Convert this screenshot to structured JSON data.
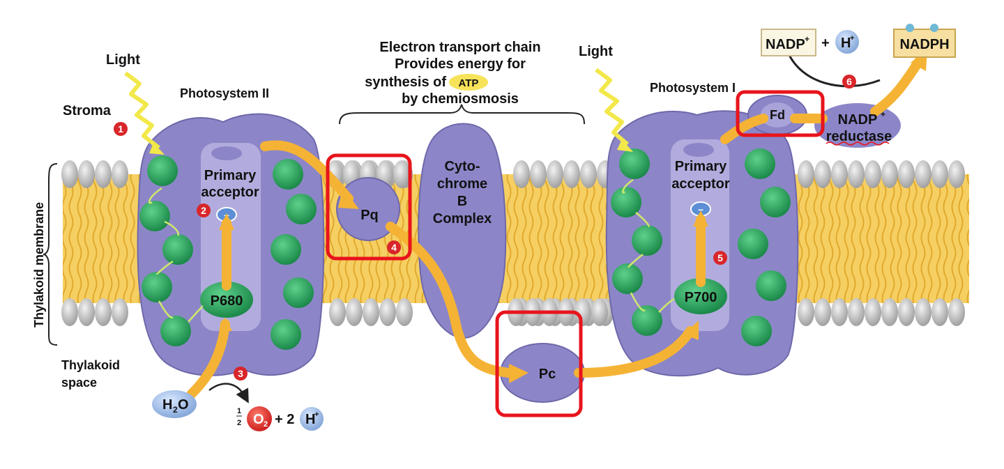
{
  "labels": {
    "light_left": "Light",
    "light_right": "Light",
    "stroma": "Stroma",
    "photosystem_ii": "Photosystem II",
    "photosystem_i": "Photosystem I",
    "thylakoid_membrane": "Thylakoid membrane",
    "thylakoid_space_1": "Thylakoid",
    "thylakoid_space_2": "space",
    "etc_line1": "Electron transport chain",
    "etc_line2": "Provides energy for",
    "etc_line3_pre": "synthesis of",
    "etc_atp": "ATP",
    "etc_line4": "by chemiosmosis",
    "primary_acceptor_1a": "Primary",
    "primary_acceptor_1b": "acceptor",
    "primary_acceptor_2a": "Primary",
    "primary_acceptor_2b": "acceptor",
    "p680": "P680",
    "p700": "P700",
    "pq": "Pq",
    "pc": "Pc",
    "fd": "Fd",
    "cyto_1": "Cyto-",
    "cyto_2": "chrome",
    "cyto_3": "B",
    "cyto_4": "Complex",
    "nadp_plus": "NADP",
    "nadp_reductase_1": "NADP",
    "nadp_reductase_2": "reductase",
    "nadph": "NADPH",
    "h2o": "H",
    "o2_frac_num": "1",
    "o2_frac_den": "2",
    "o2": "O",
    "plus_2": "+ 2",
    "plus": "+",
    "h_plus": "H",
    "electron": "–"
  },
  "steps": [
    "1",
    "2",
    "3",
    "4",
    "5",
    "6"
  ],
  "colors": {
    "protein": "#8c86c8",
    "protein_dark": "#7a74b8",
    "chlorophyll": "#21a05a",
    "membrane_tail": "#f1c24a",
    "lipid_head": "#b9b9b9",
    "arrow": "#f5b335",
    "highlight": "#e8141c",
    "step_badge": "#d8262a"
  }
}
